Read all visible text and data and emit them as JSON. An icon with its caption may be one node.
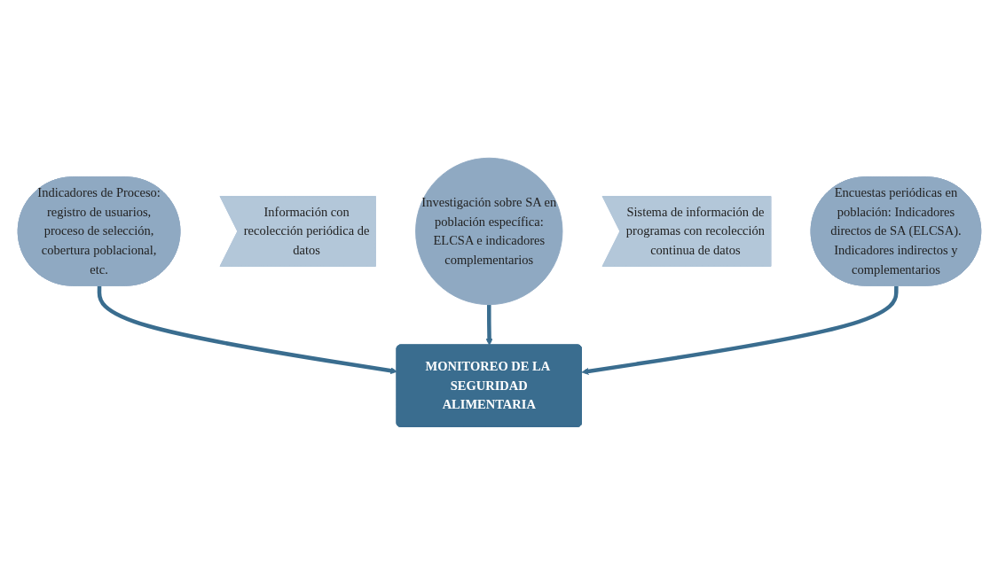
{
  "diagram": {
    "nodes": [
      {
        "text": [
          "Indicadores de Proceso: registro de usuarios, proceso de selección, cobertura poblacional, etc."
        ]
      },
      {
        "text": [
          "Información con recolección periódica de datos"
        ]
      },
      {
        "text": [
          "MONITOREO DE LA SEGURIDAD ALIMENTARIA"
        ]
      },
      {
        "text": [
          "Investigación sobre SA en población específica: ELCSA e indicadores complementarios"
        ]
      },
      {
        "text": [
          "Sistema de información de programas con recolección continua de datos"
        ]
      },
      {
        "text": [
          "Encuestas periódicas en población: Indicadores directos de SA (ELCSA). Indicadores indirectos y complementarios"
        ]
      }
    ],
    "edges": [
      {
        "from": 0,
        "to": 2,
        "arrow": "to"
      },
      {
        "from": 3,
        "to": 2,
        "arrow": "to"
      },
      {
        "from": 5,
        "to": 2,
        "arrow": "to"
      }
    ]
  }
}
